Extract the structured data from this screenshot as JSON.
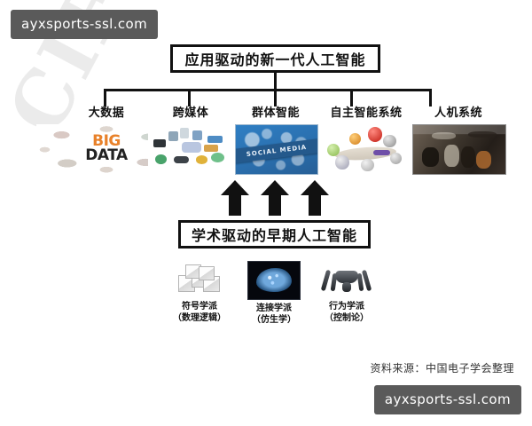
{
  "watermarks": {
    "badge_text": "ayxsports-ssl.com",
    "badge_color": "#5a5a5a",
    "background_text": "CIF"
  },
  "chart_data": {
    "type": "diagram",
    "title": "应用驱动的新一代人工智能",
    "subtitle": "学术驱动的早期人工智能",
    "top_categories": [
      "大数据",
      "跨媒体",
      "群体智能",
      "自主智能系统",
      "人机系统"
    ],
    "bottom_schools": [
      "符号学派",
      "连接学派",
      "行为学派"
    ],
    "bottom_school_subs": [
      "（数理逻辑）",
      "（仿生学）",
      "（控制论）"
    ],
    "arrow_count": 3,
    "source": "资料来源：中国电子学会整理"
  },
  "top_box": {
    "label": "应用驱动的新一代人工智能"
  },
  "mid_box": {
    "label": "学术驱动的早期人工智能"
  },
  "categories": [
    {
      "label": "大数据",
      "thumb_name": "big-data-wordcloud",
      "big": "BIG",
      "data": "DATA"
    },
    {
      "label": "跨媒体",
      "thumb_name": "cross-media-devices"
    },
    {
      "label": "群体智能",
      "thumb_name": "social-media-banner",
      "banner": "SOCIAL MEDIA"
    },
    {
      "label": "自主智能系统",
      "thumb_name": "autonomous-spheres"
    },
    {
      "label": "人机系统",
      "thumb_name": "human-machine-photo"
    }
  ],
  "schools": [
    {
      "label": "符号学派",
      "sub": "（数理逻辑）",
      "thumb_name": "dice-cubes"
    },
    {
      "label": "连接学派",
      "sub": "（仿生学）",
      "thumb_name": "brain-network"
    },
    {
      "label": "行为学派",
      "sub": "（控制论）",
      "thumb_name": "robot-spider"
    }
  ],
  "source": {
    "text": "资料来源：中国电子学会整理"
  }
}
